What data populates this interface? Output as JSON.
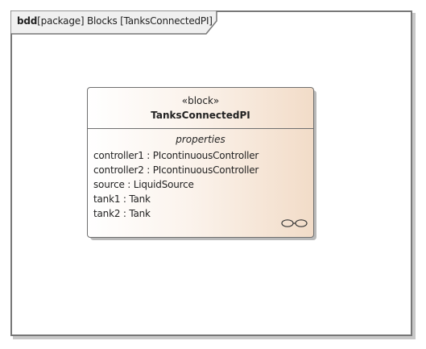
{
  "frame": {
    "kind": "bdd",
    "label": "[package] Blocks [TanksConnectedPI]"
  },
  "block": {
    "stereotype": "«block»",
    "name": "TanksConnectedPI",
    "compartment_title": "properties",
    "properties": [
      "controller1 : PIcontinuousController",
      "controller2 : PIcontinuousController",
      "source : LiquidSource",
      "tank1 : Tank",
      "tank2 : Tank"
    ],
    "icon": "structure-glasses-icon"
  }
}
